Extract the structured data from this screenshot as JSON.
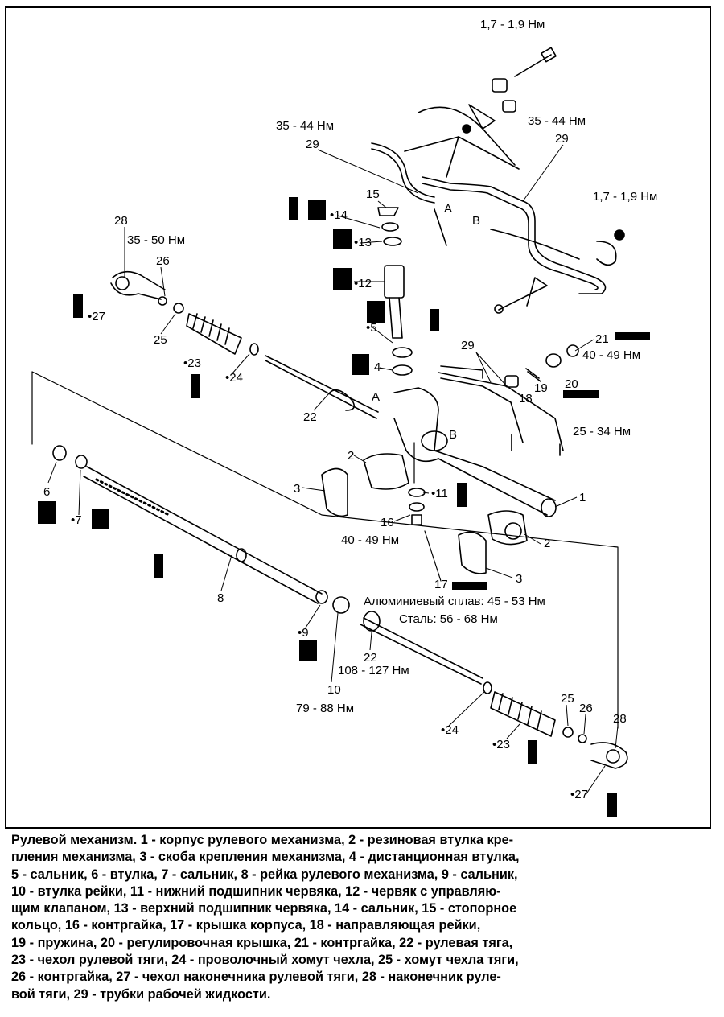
{
  "figure": {
    "torques": {
      "t1": "1,7 - 1,9 Нм",
      "t2": "35 - 44 Нм",
      "t3": "35 - 44 Нм",
      "t4": "1,7 - 1,9 Нм",
      "t5": "35 - 50 Нм",
      "t6": "40 - 49 Нм",
      "t7": "25 - 34 Нм",
      "t8": "40 - 49 Нм",
      "t9": "Алюминиевый сплав: 45 - 53 Нм",
      "t10": "Сталь: 56 - 68 Нм",
      "t11": "108 - 127 Нм",
      "t12": "79 - 88 Нм"
    },
    "parts": {
      "p29a": "29",
      "p29b": "29",
      "p29c": "29",
      "pA1": "A",
      "pB1": "B",
      "pA2": "A",
      "pB2": "B",
      "p28a": "28",
      "p26a": "26",
      "p27a": "•27",
      "p25a": "25",
      "p23a": "•23",
      "p24a": "•24",
      "p15": "15",
      "p14": "•14",
      "p13": "•13",
      "p12": "•12",
      "p5": "•5",
      "p4": "4",
      "p21": "21",
      "p20": "20",
      "p19": "19",
      "p18": "18",
      "p22a": "22",
      "p2a": "2",
      "p3a": "3",
      "p11": "•11",
      "p16": "16",
      "p17": "17",
      "p1": "1",
      "p2b": "2",
      "p3b": "3",
      "p6": "6",
      "p7": "•7",
      "p8": "8",
      "p9": "•9",
      "p10": "10",
      "p22b": "22",
      "p24b": "•24",
      "p23b": "•23",
      "p25b": "25",
      "p26b": "26",
      "p28b": "28",
      "p27b": "•27"
    }
  },
  "caption": [
    "Рулевой механизм. 1 - корпус рулевого механизма, 2 - резиновая втулка кре-",
    "пления механизма, 3 - скоба крепления механизма, 4 - дистанционная втулка,",
    "5 - сальник, 6 - втулка, 7 - сальник, 8 - рейка рулевого механизма, 9 - сальник,",
    "10 - втулка рейки, 11 - нижний подшипник червяка, 12 - червяк с управляю-",
    "щим клапаном, 13 - верхний подшипник червяка, 14 - сальник, 15 - стопорное",
    "кольцо, 16 - контргайка, 17 - крышка корпуса, 18 - направляющая рейки,",
    "19 - пружина, 20 - регулировочная крышка, 21 - контргайка, 22 - рулевая тяга,",
    "23 - чехол рулевой тяги, 24 - проволочный хомут чехла, 25 - хомут чехла тяги,",
    "26 - контргайка, 27 - чехол наконечника рулевой тяги, 28 - наконечник руле-",
    "вой тяги, 29 - трубки рабочей жидкости."
  ]
}
